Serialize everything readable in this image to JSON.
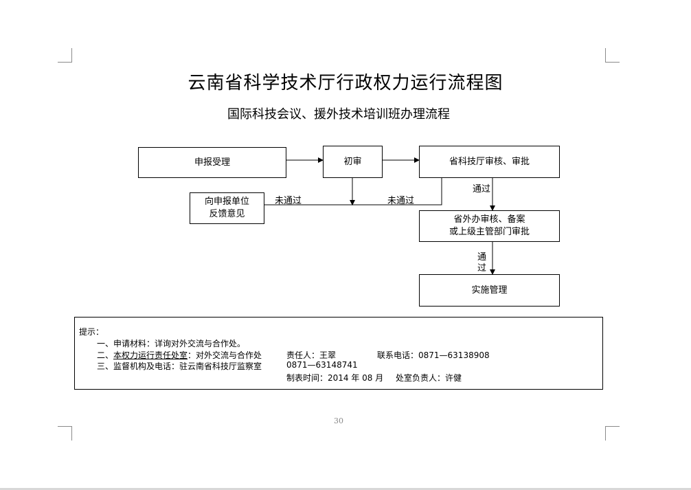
{
  "title": "云南省科学技术厅行政权力运行流程图",
  "subtitle": "国际科技会议、援外技术培训班办理流程",
  "flow": {
    "apply": "申报受理",
    "first_review": "初审",
    "dept_review": "省科技厅审核、审批",
    "feedback_l1": "向申报单位",
    "feedback_l2": "反馈意见",
    "fao_l1": "省外办审核、备案",
    "fao_l2": "或上级主管部门审批",
    "implement": "实施管理",
    "not_passed_1": "未通过",
    "not_passed_2": "未通过",
    "passed_1": "通过",
    "passed_2a": "通",
    "passed_2b": "过"
  },
  "notes": {
    "heading": "提示：",
    "item1": "一、申请材料：详询对外交流与合作处。",
    "item2_prefix": "二、",
    "item2_underlined": "本权力运行责任处室",
    "item2_rest": "：对外交流与合作处",
    "responsible": "责任人：王翠",
    "contact": "联系电话：0871—63138908",
    "item3": "三、监督机构及电话：驻云南省科技厅监察室",
    "item3_phone": "0871—63148741",
    "made_time": "制表时间：2014 年 08 月",
    "office_head": "处室负责人：许健"
  },
  "page_number": "30"
}
